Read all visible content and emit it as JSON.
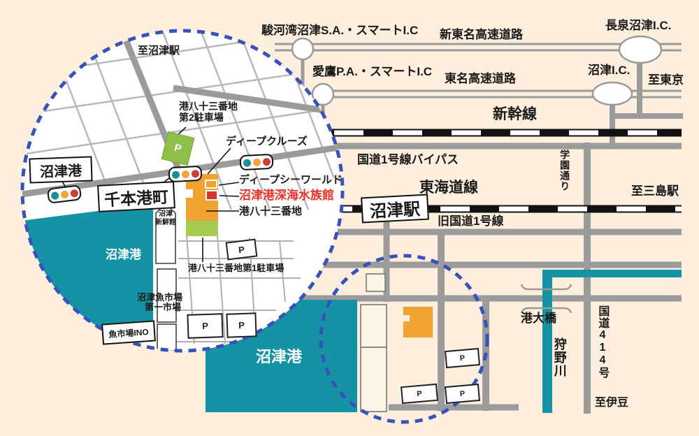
{
  "map": {
    "expressways": {
      "suruga_sa": "駿河湾沼津S.A.・スマートI.C",
      "shin_tomei": "新東名高速道路",
      "nagaizumi_ic": "長泉沼津I.C.",
      "ashitaka_pa": "愛鷹P.A.・スマートI.C",
      "tomei": "東名高速道路",
      "numazu_ic": "沼津I.C.",
      "to_tokyo": "至東京"
    },
    "railways": {
      "shinkansen": "新幹線",
      "tokaido_line": "東海道線",
      "numazu_station": "沼津駅",
      "to_mishima": "至三島駅"
    },
    "roads": {
      "r1_bypass": "国道1号線バイパス",
      "old_r1": "旧国道1号線",
      "gakuen_dori": "学園通り",
      "minato_ohashi": "港大橋",
      "r414": "国道414号",
      "to_izu": "至伊豆"
    },
    "river": {
      "kanogawa": "狩野川"
    },
    "port_label": "沼津港"
  },
  "inset": {
    "to_numazu_station": "至沼津駅",
    "numazu_port_box": "沼津港",
    "sembon_minato_cho": "千本港町",
    "harbor_water_label": "沼津港",
    "parking2_line1": "港八十三番地",
    "parking2_line2": "第2駐車場",
    "deep_cruise": "ディープクルーズ",
    "deep_sea_world": "ディープシーワールド",
    "aquarium": "沼津港深海水族館",
    "minato83": "港八十三番地",
    "parking1_label": "港八十三番地第1駐車場",
    "senshokan_line1": "沼津",
    "senshokan_line2": "新鮮館",
    "fish_market_line1": "沼津魚市場",
    "fish_market_line2": "第一市場",
    "uoichiba_ino": "魚市場INO",
    "parking_letter": "P"
  },
  "colors": {
    "background": "#fdeedd",
    "road_gray": "#9b9b9b",
    "water_teal": "#1593a5",
    "building_orange": "#f0a32e",
    "building_green": "#a5cc52",
    "parking_green": "#8fbf4b",
    "aquarium_red": "#d6352c",
    "aquarium_text_red": "#e8332a",
    "zoom_circle_blue": "#3752b8",
    "railway_black": "#111111"
  }
}
